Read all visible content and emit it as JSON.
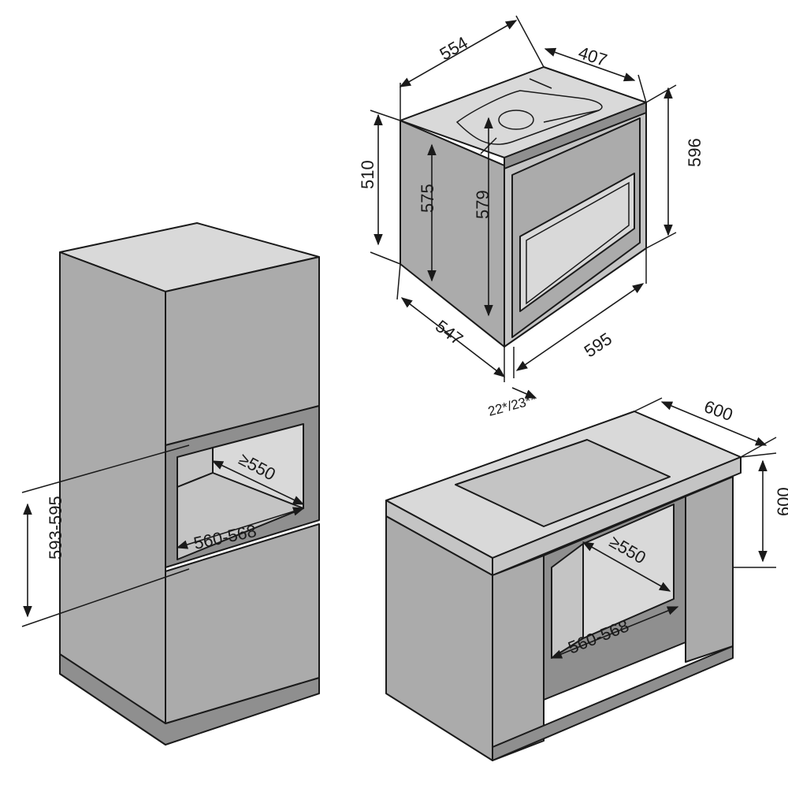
{
  "diagram": {
    "oven_dimensions": {
      "width_top": "554",
      "depth_top": "407",
      "height_left": "510",
      "height_inner": "575",
      "height_front": "579",
      "height_right": "596",
      "depth_bottom": "547",
      "width_bottom": "595",
      "door_thickness": "22*/23**"
    },
    "tall_unit": {
      "niche_depth": "≥550",
      "niche_width": "560-568",
      "niche_height": "593-595"
    },
    "base_unit": {
      "worktop_depth": "600",
      "height": "600",
      "niche_depth": "≥550",
      "niche_width": "560-568"
    }
  }
}
